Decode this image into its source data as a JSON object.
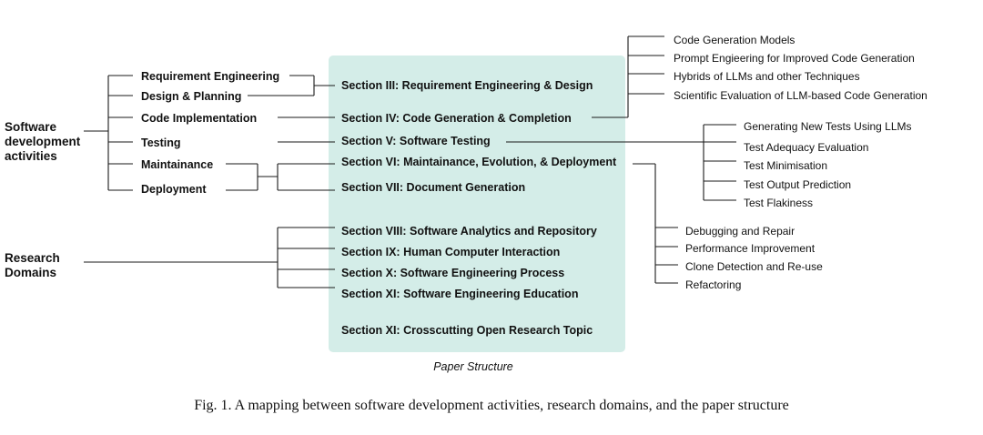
{
  "colors": {
    "panel": "#d4ede8",
    "line": "#1a1a1a"
  },
  "left": {
    "software": [
      "Software",
      "development",
      "activities"
    ],
    "research": [
      "Research",
      "Domains"
    ]
  },
  "activities": [
    "Requirement Engineering",
    "Design & Planning",
    "Code Implementation",
    "Testing",
    "Maintainance",
    "Deployment"
  ],
  "sections": [
    "Section III: Requirement Engineering & Design",
    "Section IV: Code Generation & Completion",
    "Section V: Software Testing",
    "Section VI: Maintainance, Evolution, & Deployment",
    "Section VII: Document Generation",
    "Section VIII: Software Analytics and Repository",
    "Section IX: Human Computer Interaction",
    "Section X: Software Engineering Process",
    "Section XI: Software Engineering Education",
    "Section XI: Crosscutting Open Research Topic"
  ],
  "codegen_topics": [
    "Code Generation Models",
    "Prompt Engieering for Improved Code Generation",
    "Hybrids of LLMs and other Techniques",
    "Scientific Evaluation of LLM-based Code Generation"
  ],
  "testing_topics": [
    "Generating New Tests Using LLMs",
    "Test Adequacy Evaluation",
    "Test Minimisation",
    "Test Output Prediction",
    "Test Flakiness"
  ],
  "maintenance_topics": [
    "Debugging and Repair",
    "Performance Improvement",
    "Clone Detection and Re-use",
    "Refactoring"
  ],
  "panel_label": "Paper Structure",
  "caption": "Fig. 1.  A mapping between software development activities, research domains, and the paper structure"
}
